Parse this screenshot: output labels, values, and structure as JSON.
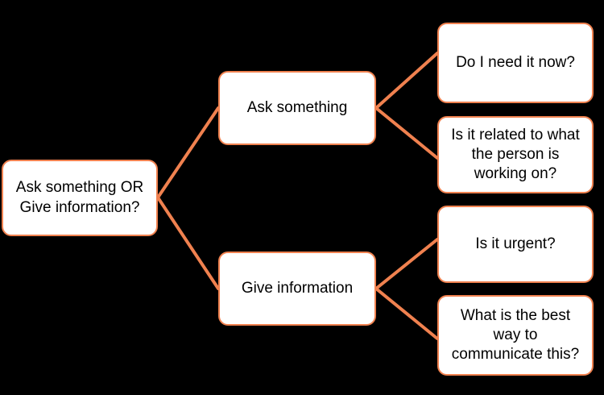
{
  "diagram": {
    "title": "Ask something OR Give information decision tree",
    "background_color": "#000000",
    "node_fill_color": "#FFFFFF",
    "node_border_color": "#F0814F",
    "connector_color": "#F0814F",
    "text_color": "#000000",
    "nodes": {
      "root": {
        "label": "Ask something OR\nGive information?"
      },
      "branch_ask": {
        "label": "Ask something"
      },
      "branch_give": {
        "label": "Give information"
      },
      "leaf_need_now": {
        "label": "Do I need it now?"
      },
      "leaf_related": {
        "label": "Is it related to what\nthe person is\nworking on?"
      },
      "leaf_urgent": {
        "label": "Is it urgent?"
      },
      "leaf_best_way": {
        "label": "What is the best\nway to\ncommunicate this?"
      }
    },
    "connectors": [
      {
        "from": "root",
        "to": "branch_ask"
      },
      {
        "from": "root",
        "to": "branch_give"
      },
      {
        "from": "branch_ask",
        "to": "leaf_need_now"
      },
      {
        "from": "branch_ask",
        "to": "leaf_related"
      },
      {
        "from": "branch_give",
        "to": "leaf_urgent"
      },
      {
        "from": "branch_give",
        "to": "leaf_best_way"
      }
    ]
  }
}
